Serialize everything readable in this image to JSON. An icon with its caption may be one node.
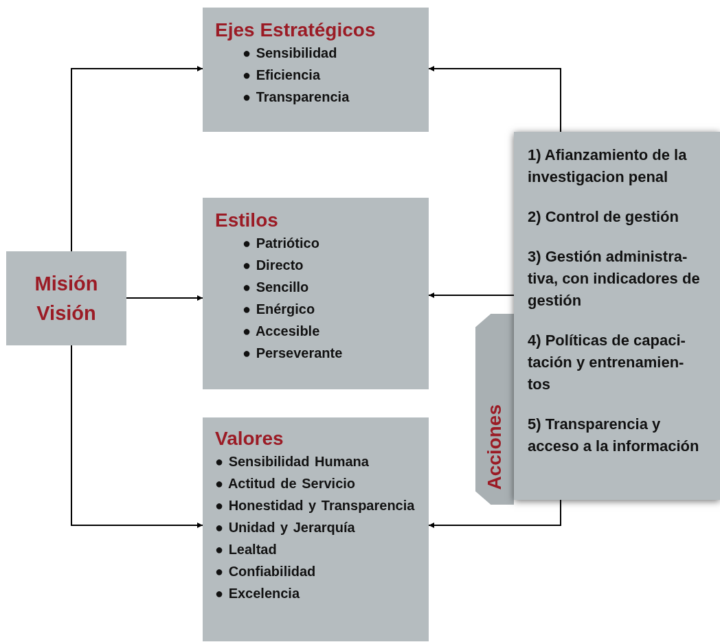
{
  "diagram": {
    "nodes": [
      {
        "text": [
          "Misión Visión"
        ]
      },
      {
        "text": [
          "Ejes Estratégicos",
          "● Sensibilidad",
          "● Eficiencia",
          "● Transparencia"
        ]
      },
      {
        "text": [
          "Estilos",
          "● Patriótico",
          "● Directo",
          "● Sencillo",
          "● Enérgico",
          "● Accesible",
          "● Perseverante"
        ]
      },
      {
        "text": [
          "Valores",
          "● Sensibilidad Humana",
          "● Actitud de Servicio",
          "● Honestidad y Transparencia",
          "● Unidad y Jerarquía",
          "● Lealtad",
          "● Confiabilidad",
          "● Excelencia"
        ]
      },
      {
        "text": [
          "Acciones"
        ]
      },
      {
        "text": [
          "1) Afianzamiento de la investigacion penal",
          "2) Control de gestión",
          "3) Gestión administra-tiva, con indicadores de gestión",
          "4) Políticas de capaci-tación y entrenamien-tos",
          "5) Transparencia y acceso a la información"
        ]
      }
    ],
    "edges": [
      {
        "from": 0,
        "to": 1,
        "arrow": "to"
      },
      {
        "from": 0,
        "to": 2,
        "arrow": "to"
      },
      {
        "from": 0,
        "to": 3,
        "arrow": "to"
      },
      {
        "from": 5,
        "to": 1,
        "arrow": "to"
      },
      {
        "from": 5,
        "to": 2,
        "arrow": "to"
      },
      {
        "from": 5,
        "to": 3,
        "arrow": "to"
      }
    ]
  }
}
